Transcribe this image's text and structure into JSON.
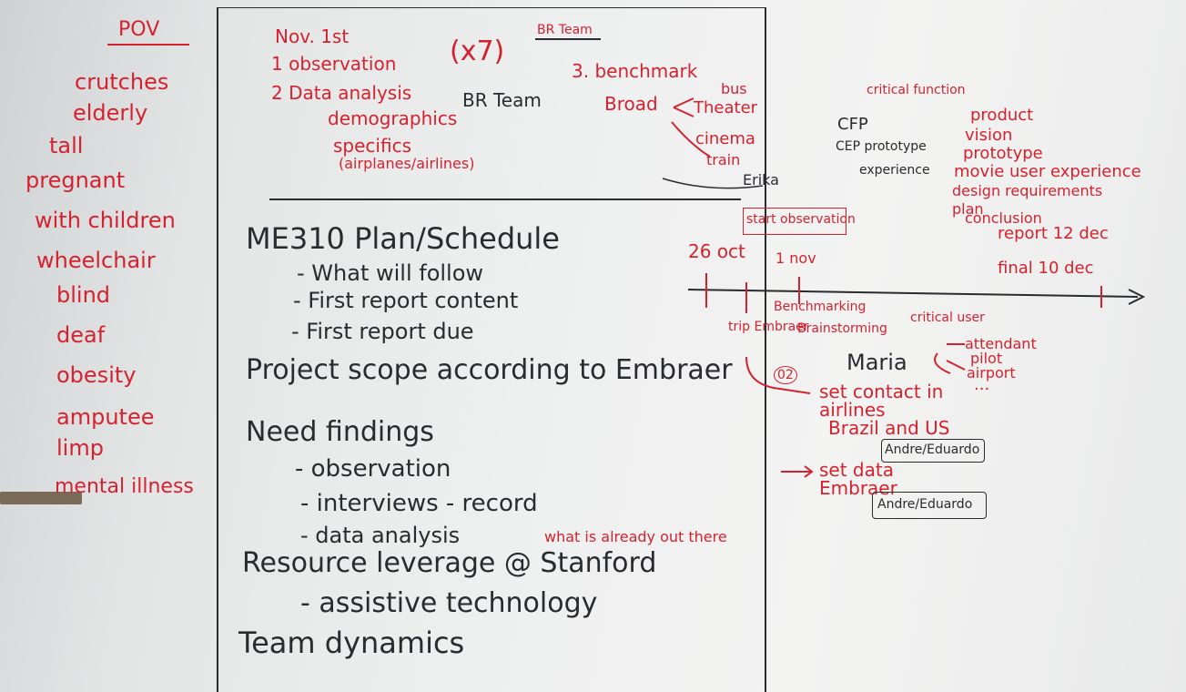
{
  "left": {
    "title": "POV",
    "items": [
      "crutches",
      "elderly",
      "tall",
      "pregnant",
      "with children",
      "wheelchair",
      "blind",
      "deaf",
      "obesity",
      "amputee",
      "limp",
      "mental illness"
    ]
  },
  "top": {
    "date": "Nov. 1st",
    "line1": "1 observation",
    "x7": "(x7)",
    "brteam_small": "BR Team",
    "line2": "2 Data analysis",
    "brteam": "BR Team",
    "demographics": "demographics",
    "specifics": "specifics",
    "airplanes": "(airplanes/airlines)",
    "benchmark": "3. benchmark",
    "broad": "Broad",
    "bus": "bus",
    "theater": "Theater",
    "cinema": "cinema",
    "train": "train",
    "erika": "Erika"
  },
  "agenda": {
    "me310": "ME310 Plan/Schedule",
    "follow": "- What will follow",
    "content": "- First report content",
    "due": "- First report due",
    "scope": "Project scope according to Embraer",
    "need": "Need findings",
    "obs": "- observation",
    "interviews": "- interviews - record",
    "analysis": "- data analysis",
    "already": "what is already out there",
    "resource": "Resource leverage @ Stanford",
    "assistive": "- assistive technology",
    "team": "Team dynamics"
  },
  "timeline": {
    "start_obs": "start observation",
    "oct26": "26 oct",
    "nov": "1 nov",
    "trip": "trip Embraer",
    "bench": "Benchmarking",
    "brainstorm": "Brainstorming",
    "final": "final 10 dec",
    "report": "report 12 dec"
  },
  "right": {
    "critical": "critical function",
    "cfp": "CFP",
    "cep": "CEP prototype",
    "experience": "experience",
    "list": [
      "product",
      "vision",
      "prototype",
      "movie user experience",
      "design requirements",
      "plan",
      "conclusion"
    ],
    "critical_user": "critical user",
    "attendant": "attendant",
    "pilot": "pilot",
    "airport": "airport",
    "dots": "...",
    "maria": "Maria",
    "set_contact": "set contact in airlines",
    "brazil": "Brazil and US",
    "set_data": "set data Embraer",
    "names1": "Andre/Eduardo",
    "names2": "Andre/Eduardo",
    "circle": "02"
  }
}
